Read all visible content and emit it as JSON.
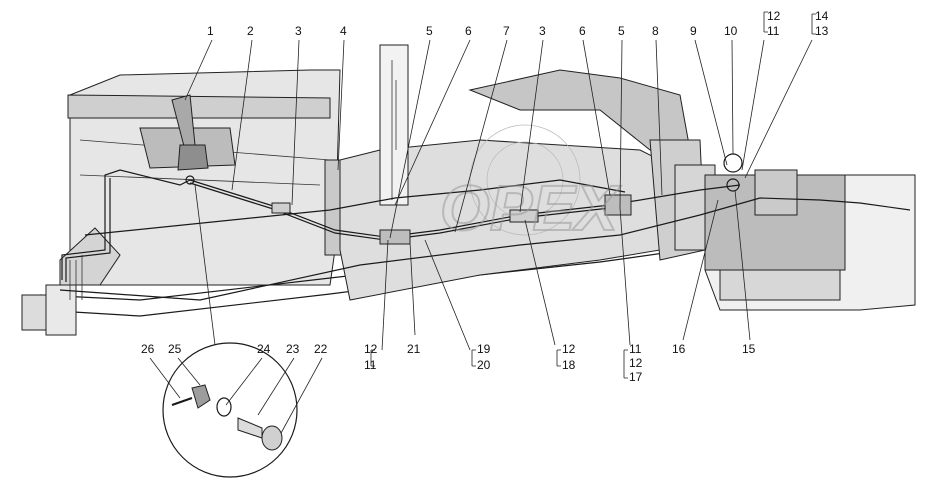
{
  "watermark": "OPEX",
  "callouts": {
    "c1": "1",
    "c2": "2",
    "c3a": "3",
    "c4": "4",
    "c5a": "5",
    "c6a": "6",
    "c7": "7",
    "c3b": "3",
    "c6b": "6",
    "c5b": "5",
    "c8": "8",
    "c9": "9",
    "c10": "10",
    "c12a": "12",
    "c11a": "11",
    "c14": "14",
    "c13": "13",
    "c12b": "12",
    "c11b": "11",
    "c21": "21",
    "c19": "19",
    "c20": "20",
    "c12c": "12",
    "c18": "18",
    "c11c": "11",
    "c12d": "12",
    "c17": "17",
    "c16": "16",
    "c15": "15",
    "c26": "26",
    "c25": "25",
    "c24": "24",
    "c23": "23",
    "c22": "22"
  },
  "icons": {
    "assembly": "tractor-assembly-drawing",
    "detail": "detail-circle"
  }
}
